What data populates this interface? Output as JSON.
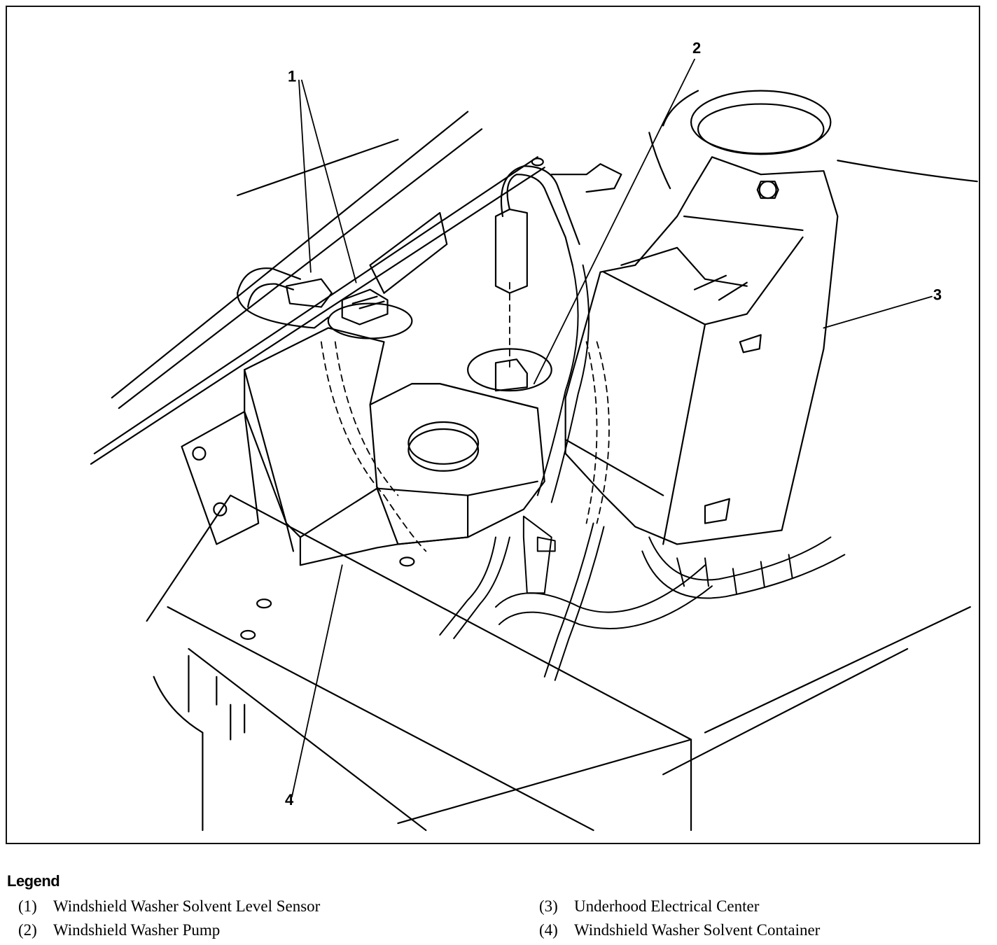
{
  "callouts": [
    {
      "id": "1",
      "label": "1"
    },
    {
      "id": "2",
      "label": "2"
    },
    {
      "id": "3",
      "label": "3"
    },
    {
      "id": "4",
      "label": "4"
    }
  ],
  "legend": {
    "title": "Legend",
    "items": [
      {
        "number": "(1)",
        "text": "Windshield Washer Solvent Level Sensor"
      },
      {
        "number": "(2)",
        "text": "Windshield Washer Pump"
      },
      {
        "number": "(3)",
        "text": "Underhood Electrical Center"
      },
      {
        "number": "(4)",
        "text": "Windshield Washer Solvent Container"
      }
    ]
  }
}
